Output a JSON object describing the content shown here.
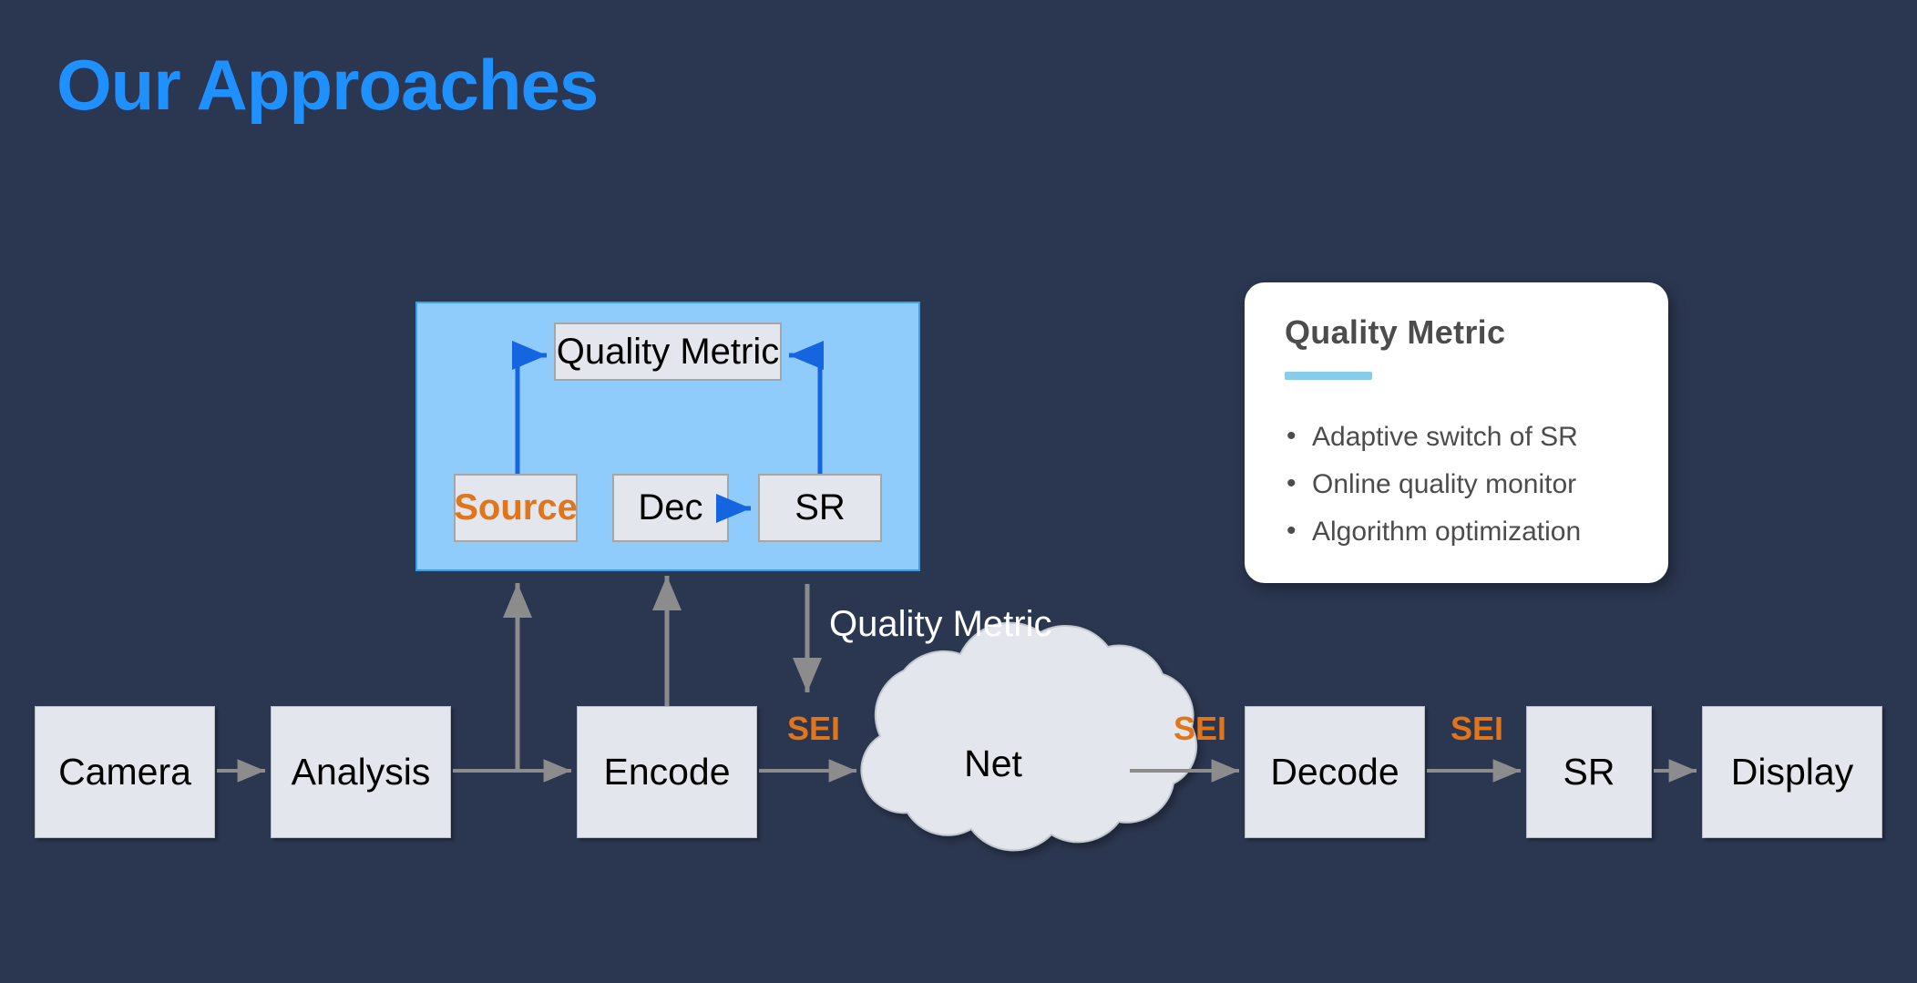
{
  "slide": {
    "title": "Our Approaches",
    "title_color": "#1e90ff",
    "background_color": "#2b3650"
  },
  "blue_panel": {
    "fill_color": "#8fccfc",
    "border_color": "#36a0e8",
    "boxes": {
      "quality_metric": "Quality Metric",
      "source": "Source",
      "dec": "Dec",
      "sr": "SR"
    },
    "source_color": "#e1751b",
    "arrow_color": "#1565e0"
  },
  "flow_label": "Quality Metric",
  "pipeline": {
    "camera": "Camera",
    "analysis": "Analysis",
    "encode": "Encode",
    "net": "Net",
    "decode": "Decode",
    "sr": "SR",
    "display": "Display",
    "sei_labels": [
      "SEI",
      "SEI",
      "SEI"
    ],
    "sei_color": "#e1751b",
    "box_fill": "#e3e6ec",
    "arrow_color": "#8c8c8c"
  },
  "card": {
    "title": "Quality Metric",
    "rule_color": "#87cdea",
    "bullet_glyph": "•",
    "bullets": [
      "Adaptive switch of SR",
      "Online quality monitor",
      "Algorithm optimization"
    ]
  }
}
